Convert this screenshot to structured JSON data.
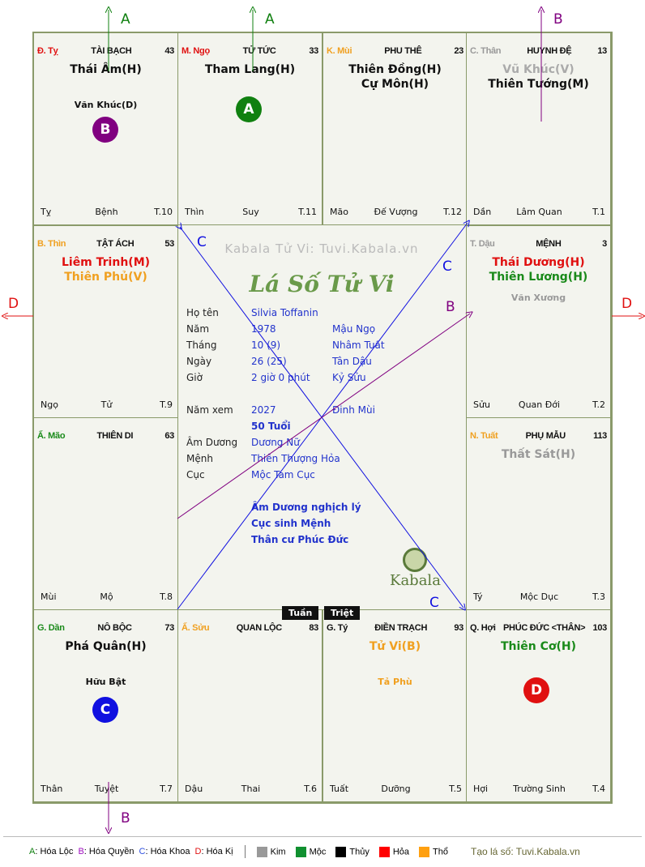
{
  "cells": [
    {
      "id": "ty",
      "can": "Đ. Tỵ",
      "can_color": "#e01010",
      "palace": "TÀI BẠCH",
      "age": "43",
      "stars": [
        {
          "t": "Thái Âm(H)",
          "c": "#111"
        }
      ],
      "minor": [
        {
          "t": "Văn Khúc(D)",
          "c": "#111"
        }
      ],
      "branch": "Tỵ",
      "stage": "Bệnh",
      "month": "T.10"
    },
    {
      "id": "ngo",
      "can": "M. Ngọ",
      "can_color": "#e01010",
      "palace": "TỬ TỨC",
      "age": "33",
      "stars": [
        {
          "t": "Tham Lang(H)",
          "c": "#111"
        }
      ],
      "minor": [],
      "branch": "Thìn",
      "stage": "Suy",
      "month": "T.11"
    },
    {
      "id": "mui",
      "can": "K. Mùi",
      "can_color": "#f0a020",
      "palace": "PHU THÊ",
      "age": "23",
      "stars": [
        {
          "t": "Thiên Đồng(H)",
          "c": "#111"
        },
        {
          "t": "Cự Môn(H)",
          "c": "#111"
        }
      ],
      "minor": [],
      "branch": "Mão",
      "stage": "Đế Vượng",
      "month": "T.12"
    },
    {
      "id": "than",
      "can": "C. Thân",
      "can_color": "#999",
      "palace": "HUYNH ĐỆ",
      "age": "13",
      "stars": [
        {
          "t": "Vũ Khúc(V)",
          "c": "#aaa"
        },
        {
          "t": "Thiên Tướng(M)",
          "c": "#111"
        }
      ],
      "minor": [],
      "branch": "Dần",
      "stage": "Lâm Quan",
      "month": "T.1"
    },
    {
      "id": "thin",
      "can": "B. Thìn",
      "can_color": "#f0a020",
      "palace": "TẬT ÁCH",
      "age": "53",
      "stars": [
        {
          "t": "Liêm Trinh(M)",
          "c": "#e01010"
        },
        {
          "t": "Thiên Phủ(V)",
          "c": "#f0a020"
        }
      ],
      "minor": [],
      "branch": "Ngọ",
      "stage": "Tử",
      "month": "T.9"
    },
    {
      "id": "dau",
      "can": "T. Dậu",
      "can_color": "#999",
      "palace": "MỆNH",
      "age": "3",
      "stars": [
        {
          "t": "Thái Dương(H)",
          "c": "#e01010"
        },
        {
          "t": "Thiên Lương(H)",
          "c": "#1a8a1a"
        }
      ],
      "minor": [
        {
          "t": "Văn Xương",
          "c": "#999"
        }
      ],
      "branch": "Sửu",
      "stage": "Quan Đới",
      "month": "T.2"
    },
    {
      "id": "mao",
      "can": "Ấ. Mão",
      "can_color": "#1a8a1a",
      "palace": "THIÊN DI",
      "age": "63",
      "stars": [],
      "minor": [],
      "branch": "Mùi",
      "stage": "Mộ",
      "month": "T.8"
    },
    {
      "id": "tuat",
      "can": "N. Tuất",
      "can_color": "#f0a020",
      "palace": "PHỤ MẪU",
      "age": "113",
      "stars": [
        {
          "t": "Thất Sát(H)",
          "c": "#999"
        }
      ],
      "minor": [],
      "branch": "Tý",
      "stage": "Mộc Dục",
      "month": "T.3"
    },
    {
      "id": "dan",
      "can": "G. Dần",
      "can_color": "#1a8a1a",
      "palace": "NÔ BỘC",
      "age": "73",
      "stars": [
        {
          "t": "Phá Quân(H)",
          "c": "#111"
        }
      ],
      "minor": [
        {
          "t": "Hữu Bật",
          "c": "#111"
        }
      ],
      "branch": "Thân",
      "stage": "Tuyệt",
      "month": "T.7"
    },
    {
      "id": "suu",
      "can": "Ấ. Sửu",
      "can_color": "#f0a020",
      "palace": "QUAN LỘC",
      "age": "83",
      "stars": [],
      "minor": [],
      "branch": "Dậu",
      "stage": "Thai",
      "month": "T.6"
    },
    {
      "id": "tyy",
      "can": "G. Tý",
      "can_color": "#111",
      "palace": "ĐIỀN TRẠCH",
      "age": "93",
      "stars": [
        {
          "t": "Tử Vi(B)",
          "c": "#f0a020"
        }
      ],
      "minor": [
        {
          "t": "Tả Phù",
          "c": "#f0a020"
        }
      ],
      "branch": "Tuất",
      "stage": "Dưỡng",
      "month": "T.5"
    },
    {
      "id": "hoi",
      "can": "Q. Hợi",
      "can_color": "#111",
      "palace": "PHÚC ĐỨC <THÂN>",
      "age": "103",
      "stars": [
        {
          "t": "Thiên Cơ(H)",
          "c": "#1a8a1a"
        }
      ],
      "minor": [],
      "branch": "Hợi",
      "stage": "Trường Sinh",
      "month": "T.4"
    }
  ],
  "badges": {
    "A": "A",
    "B": "B",
    "C": "C",
    "D": "D"
  },
  "colors": {
    "A": "#108010",
    "B": "#800080",
    "C": "#1010e0",
    "D": "#e01010"
  },
  "center": {
    "watermark": "Kabala Tử Vi: Tuvi.Kabala.vn",
    "title": "Lá Số Tử Vi",
    "rows": [
      {
        "l": "Họ tên",
        "v": "Silvia Toffanin",
        "x": ""
      },
      {
        "l": "Năm",
        "v": "1978",
        "x": "Mậu Ngọ"
      },
      {
        "l": "Tháng",
        "v": "10 (9)",
        "x": "Nhâm Tuất"
      },
      {
        "l": "Ngày",
        "v": "26  (25)",
        "x": "Tân Dậu"
      },
      {
        "l": "Giờ",
        "v": "2 giờ 0 phút",
        "x": "Kỷ Sửu"
      },
      {
        "l": "",
        "v": "",
        "x": ""
      },
      {
        "l": "Năm xem",
        "v": "2027",
        "x": "Đinh Mùi"
      },
      {
        "l": "",
        "v": "50 Tuổi",
        "x": "",
        "bold": true
      },
      {
        "l": "Âm Dương",
        "v": "Dương Nữ",
        "x": ""
      },
      {
        "l": "Mệnh",
        "v": "Thiên Thượng Hỏa",
        "x": ""
      },
      {
        "l": "Cục",
        "v": "Mộc Tam Cục",
        "x": ""
      }
    ],
    "notes": [
      "Âm Dương nghịch lý",
      "Cục sinh Mệnh",
      "Thân cư Phúc Đức"
    ],
    "logo": "Kabala"
  },
  "tags": {
    "tuan": "Tuần",
    "triet": "Triệt"
  },
  "legend": {
    "hoa": [
      {
        "k": "A",
        "t": ": Hóa Lộc",
        "c": "#108010"
      },
      {
        "k": "B",
        "t": ": Hóa Quyền",
        "c": "#a010c0"
      },
      {
        "k": "C",
        "t": ": Hóa Khoa",
        "c": "#3050e0"
      },
      {
        "k": "D",
        "t": ": Hóa Kị",
        "c": "#e01010"
      }
    ],
    "elements": [
      {
        "t": "Kim",
        "c": "#999999"
      },
      {
        "t": "Mộc",
        "c": "#109030"
      },
      {
        "t": "Thủy",
        "c": "#000000"
      },
      {
        "t": "Hỏa",
        "c": "#ff0000"
      },
      {
        "t": "Thổ",
        "c": "#ffa010"
      }
    ],
    "credit": "Tạo lá số: Tuvi.Kabala.vn"
  }
}
